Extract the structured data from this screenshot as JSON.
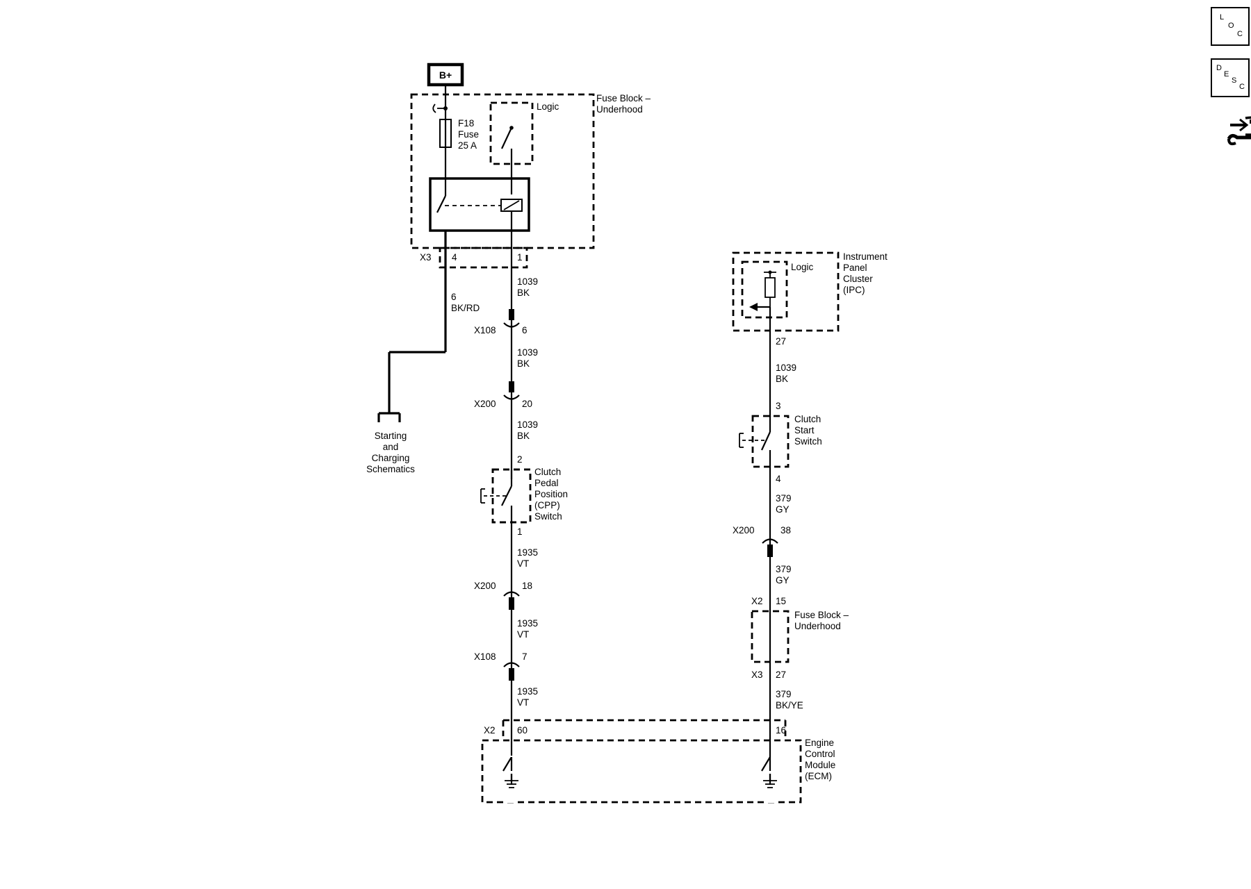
{
  "power": {
    "label": "B+"
  },
  "fuse_block_top": {
    "name_line1": "Fuse Block –",
    "name_line2": "Underhood",
    "logic": "Logic",
    "fuse_id": "F18",
    "fuse_word": "Fuse",
    "fuse_rating": "25 A",
    "connector": "X3",
    "pin_left": "4",
    "pin_right": "1"
  },
  "left_wire": {
    "circuit": "6",
    "color": "BK/RD",
    "ref_lines": [
      "Starting",
      "and",
      "Charging",
      "Schematics"
    ]
  },
  "center_column": {
    "wire1": {
      "circuit": "1039",
      "color": "BK"
    },
    "conn1": {
      "name": "X108",
      "pin": "6"
    },
    "wire2": {
      "circuit": "1039",
      "color": "BK"
    },
    "conn2": {
      "name": "X200",
      "pin": "20"
    },
    "wire3": {
      "circuit": "1039",
      "color": "BK"
    },
    "switch_pin_top": "2",
    "switch_lines": [
      "Clutch",
      "Pedal",
      "Position",
      "(CPP)",
      "Switch"
    ],
    "switch_pin_bottom": "1",
    "wire4": {
      "circuit": "1935",
      "color": "VT"
    },
    "conn3": {
      "name": "X200",
      "pin": "18"
    },
    "wire5": {
      "circuit": "1935",
      "color": "VT"
    },
    "conn4": {
      "name": "X108",
      "pin": "7"
    },
    "wire6": {
      "circuit": "1935",
      "color": "VT"
    }
  },
  "ecm": {
    "connector": "X2",
    "pin_left": "60",
    "pin_right": "16",
    "lines": [
      "Engine",
      "Control",
      "Module",
      "(ECM)"
    ]
  },
  "right_column": {
    "ipc_lines": [
      "Instrument",
      "Panel",
      "Cluster",
      "(IPC)"
    ],
    "logic": "Logic",
    "ipc_pin": "27",
    "wire1": {
      "circuit": "1039",
      "color": "BK"
    },
    "switch_pin_top": "3",
    "switch_lines": [
      "Clutch",
      "Start",
      "Switch"
    ],
    "switch_pin_bottom": "4",
    "wire2": {
      "circuit": "379",
      "color": "GY"
    },
    "conn1": {
      "name": "X200",
      "pin": "38"
    },
    "wire3": {
      "circuit": "379",
      "color": "GY"
    },
    "fb_conn_top": "X2",
    "fb_pin_top": "15",
    "fb_line1": "Fuse Block –",
    "fb_line2": "Underhood",
    "fb_conn_bottom": "X3",
    "fb_pin_bottom": "27",
    "wire4": {
      "circuit": "379",
      "color": "BK/YE"
    }
  },
  "side_buttons": {
    "loc": {
      "l": "L",
      "o": "O",
      "c": "C"
    },
    "desc": {
      "d": "D",
      "e": "E",
      "s": "S",
      "c": "C"
    },
    "nav_icon": "connector-wrench-icon"
  }
}
